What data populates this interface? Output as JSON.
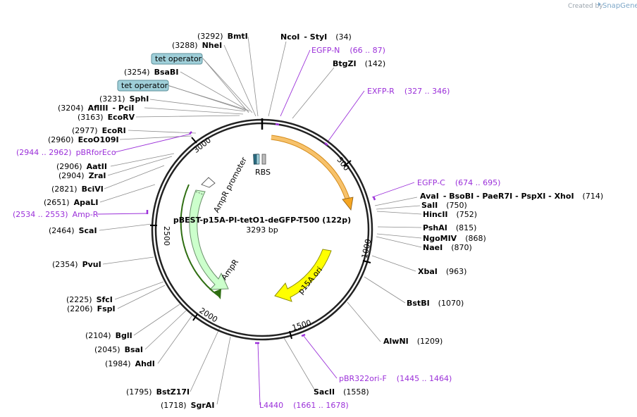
{
  "branding": {
    "created_by": "Created by",
    "product": "SnapGene"
  },
  "plasmid": {
    "name": "pBEST-p15A-Pl-tetO1-deGFP-T500 (122p)",
    "size": "3293 bp"
  },
  "ticks": [
    "500",
    "1000",
    "1500",
    "2000",
    "2500",
    "3000"
  ],
  "features": {
    "rbs": "RBS",
    "ampr_promoter": "AmpR promoter",
    "ampr": "AmpR",
    "p15a_ori": "p15A ori",
    "tet_operator_1": "tet operator",
    "tet_operator_2": "tet operator"
  },
  "sites": [
    {
      "pos": "(3292)",
      "name": "BmtI"
    },
    {
      "pos": "(3288)",
      "name": "NheI"
    },
    {
      "pos": "(3254)",
      "name": "BsaBI"
    },
    {
      "pos": "(3231)",
      "name": "SphI"
    },
    {
      "pos": "(3204)",
      "name": "AflIII",
      "extra": "-  PciI"
    },
    {
      "pos": "(3163)",
      "name": "EcoRV"
    },
    {
      "pos": "(2977)",
      "name": "EcoRI"
    },
    {
      "pos": "(2960)",
      "name": "EcoO109I"
    },
    {
      "pos": "(2906)",
      "name": "AatII"
    },
    {
      "pos": "(2904)",
      "name": "ZraI"
    },
    {
      "pos": "(2821)",
      "name": "BciVI"
    },
    {
      "pos": "(2651)",
      "name": "ApaLI"
    },
    {
      "pos": "(2464)",
      "name": "ScaI"
    },
    {
      "pos": "(2354)",
      "name": "PvuI"
    },
    {
      "pos": "(2225)",
      "name": "SfcI"
    },
    {
      "pos": "(2206)",
      "name": "FspI"
    },
    {
      "pos": "(2104)",
      "name": "BglI"
    },
    {
      "pos": "(2045)",
      "name": "BsaI"
    },
    {
      "pos": "(1984)",
      "name": "AhdI"
    },
    {
      "pos": "(1795)",
      "name": "BstZ17I"
    },
    {
      "pos": "(1718)",
      "name": "SgrAI"
    },
    {
      "name": "NcoI",
      "extra": "-  StyI",
      "pos": "(34)"
    },
    {
      "name": "BtgZI",
      "pos": "(142)"
    },
    {
      "name": "AvaI",
      "extra": "-  BsoBI  -  PaeR7I  -  PspXI  -  XhoI",
      "pos": "(714)"
    },
    {
      "name": "SalI",
      "pos": "(750)"
    },
    {
      "name": "HincII",
      "pos": "(752)"
    },
    {
      "name": "PshAI",
      "pos": "(815)"
    },
    {
      "name": "NgoMIV",
      "pos": "(868)"
    },
    {
      "name": "NaeI",
      "pos": "(870)"
    },
    {
      "name": "XbaI",
      "pos": "(963)"
    },
    {
      "name": "BstBI",
      "pos": "(1070)"
    },
    {
      "name": "AlwNI",
      "pos": "(1209)"
    },
    {
      "name": "SacII",
      "pos": "(1558)"
    }
  ],
  "primers": [
    {
      "name": "EGFP-N",
      "range": "(66 .. 87)"
    },
    {
      "name": "EXFP-R",
      "range": "(327 .. 346)"
    },
    {
      "name": "EGFP-C",
      "range": "(674 .. 695)"
    },
    {
      "name": "pBR322ori-F",
      "range": "(1445 .. 1464)"
    },
    {
      "name": "L4440",
      "range": "(1661 .. 1678)"
    },
    {
      "name": "Amp-R",
      "range": "(2534 .. 2553)"
    },
    {
      "name": "pBRforEco",
      "range": "(2944 .. 2962)"
    }
  ],
  "colors": {
    "backbone": "#222222",
    "orange_feature": "#f5a623",
    "ori": "#ffff00",
    "ampr": "#ccffcc",
    "primer": "#9b30d9",
    "tet_operator": "#9fcfd9"
  }
}
